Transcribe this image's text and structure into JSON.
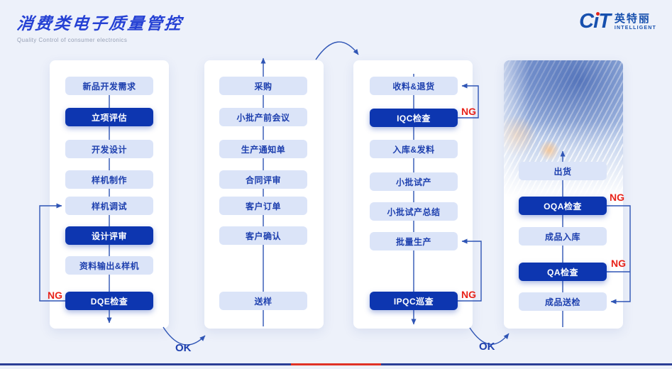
{
  "header": {
    "title": "消费类电子质量管控",
    "subtitle": "Quality Control of consumer electronics"
  },
  "logo": {
    "c": "C",
    "i": "ı",
    "t": "T",
    "cn": "英特丽",
    "en": "INTELLIGENT"
  },
  "labels": {
    "ng": "NG",
    "ok": "OK"
  },
  "colors": {
    "accent_blue": "#0d36b0",
    "light_box": "#dbe4f8",
    "line_blue": "#2f55b5",
    "ng_red": "#e8231a",
    "title_blue": "#2541d4"
  },
  "columns": [
    {
      "boxes": [
        {
          "label": "新品开发需求",
          "variant": "light"
        },
        {
          "label": "立项评估",
          "variant": "dark"
        },
        {
          "label": "开发设计",
          "variant": "light"
        },
        {
          "label": "样机制作",
          "variant": "light"
        },
        {
          "label": "样机调试",
          "variant": "light"
        },
        {
          "label": "设计评审",
          "variant": "dark"
        },
        {
          "label": "资料输出&样机",
          "variant": "light"
        },
        {
          "label": "DQE检查",
          "variant": "dark"
        }
      ]
    },
    {
      "boxes": [
        {
          "label": "采购",
          "variant": "light"
        },
        {
          "label": "小批产前会议",
          "variant": "light"
        },
        {
          "label": "生产通知单",
          "variant": "light"
        },
        {
          "label": "合同评审",
          "variant": "light"
        },
        {
          "label": "客户订单",
          "variant": "light"
        },
        {
          "label": "客户确认",
          "variant": "light"
        },
        {
          "label": "送样",
          "variant": "light"
        }
      ]
    },
    {
      "boxes": [
        {
          "label": "收料&退货",
          "variant": "light"
        },
        {
          "label": "IQC检查",
          "variant": "dark"
        },
        {
          "label": "入库&发料",
          "variant": "light"
        },
        {
          "label": "小批试产",
          "variant": "light"
        },
        {
          "label": "小批试产总结",
          "variant": "light"
        },
        {
          "label": "批量生产",
          "variant": "light"
        },
        {
          "label": "IPQC巡查",
          "variant": "dark"
        }
      ]
    },
    {
      "boxes": [
        {
          "label": "出货",
          "variant": "light"
        },
        {
          "label": "OQA检查",
          "variant": "dark"
        },
        {
          "label": "成品入库",
          "variant": "light"
        },
        {
          "label": "QA检查",
          "variant": "dark"
        },
        {
          "label": "成品送检",
          "variant": "light"
        }
      ]
    }
  ]
}
